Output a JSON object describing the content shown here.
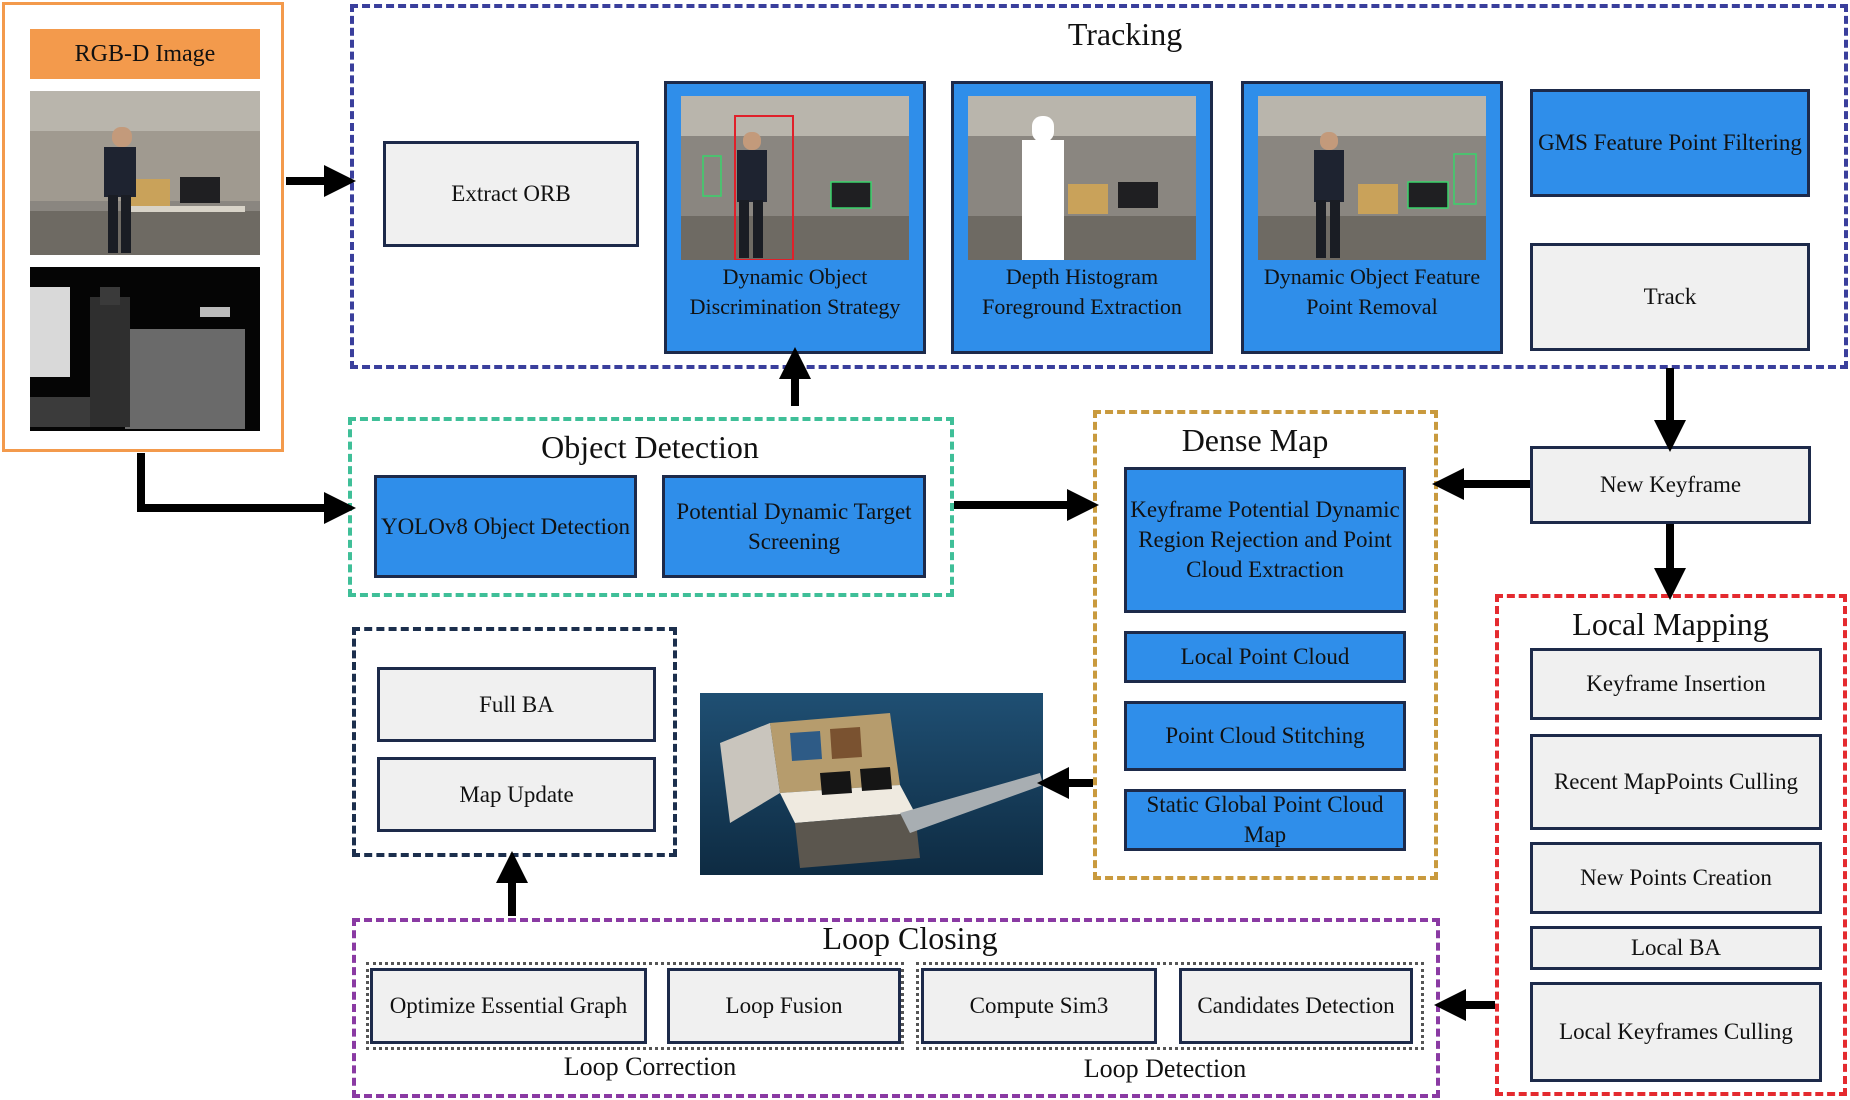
{
  "input": {
    "title": "RGB-D Image"
  },
  "tracking": {
    "title": "Tracking",
    "extract_orb": "Extract ORB",
    "dynamic_discrimination": "Dynamic Object Discrimination Strategy",
    "depth_histogram": "Depth Histogram Foreground Extraction",
    "feature_removal": "Dynamic Object Feature Point Removal",
    "gms_filtering": "GMS Feature Point Filtering",
    "track": "Track"
  },
  "object_detection": {
    "title": "Object Detection",
    "yolo": "YOLOv8 Object Detection",
    "screening": "Potential Dynamic Target Screening"
  },
  "dense_map": {
    "title": "Dense Map",
    "rejection": "Keyframe Potential Dynamic Region Rejection and Point Cloud Extraction",
    "local_cloud": "Local Point Cloud",
    "stitching": "Point Cloud Stitching",
    "global_map": "Static Global Point Cloud Map"
  },
  "new_keyframe": "New Keyframe",
  "local_mapping": {
    "title": "Local Mapping",
    "insertion": "Keyframe Insertion",
    "culling": "Recent MapPoints Culling",
    "creation": "New Points Creation",
    "local_ba": "Local BA",
    "keyframe_culling": "Local Keyframes Culling"
  },
  "global_opt": {
    "full_ba": "Full BA",
    "map_update": "Map Update"
  },
  "loop_closing": {
    "title": "Loop Closing",
    "optimize": "Optimize Essential Graph",
    "fusion": "Loop Fusion",
    "sim3": "Compute Sim3",
    "candidates": "Candidates Detection",
    "correction_label": "Loop Correction",
    "detection_label": "Loop Detection"
  },
  "colors": {
    "blue_box": "#2f8eea",
    "gray_box": "#f0f0f0",
    "input_orange": "#f39a4c",
    "tracking_border": "#3a3f9c",
    "detection_border": "#3fbf98",
    "dense_border": "#c99a3e",
    "local_mapping_border": "#e42a2f",
    "global_opt_border": "#1c2f4d",
    "loop_border": "#8a3aa3"
  }
}
